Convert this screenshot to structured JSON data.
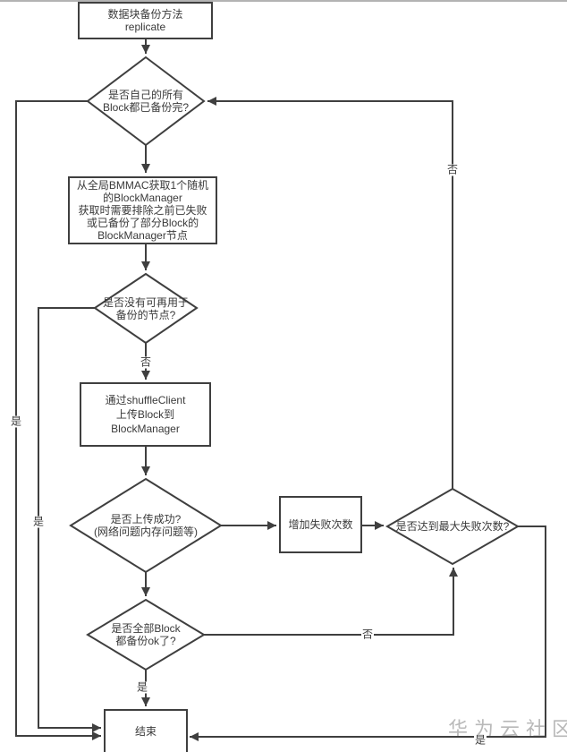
{
  "page": {
    "watermark": "华为云社区"
  },
  "colors": {
    "line": "#3f3f3f",
    "text": "#3a3a3a",
    "watermark": "#b9b9b9",
    "top_border": "#b3b3b3"
  },
  "nodes": {
    "title_box": {
      "lines": [
        "数据块备份方法",
        "replicate"
      ]
    },
    "check_all_backed_up": {
      "lines": [
        "是否自己的所有",
        "Block都已备份完?"
      ]
    },
    "get_block_manager": {
      "lines": [
        "从全局BMMAC获取1个随机",
        "的BlockManager",
        "获取时需要排除之前已失败",
        "或已备份了部分Block的",
        "BlockManager节点"
      ]
    },
    "check_no_reusable_nodes": {
      "lines": [
        "是否没有可再用于",
        "备份的节点?"
      ]
    },
    "upload_block": {
      "lines": [
        "通过shuffleClient",
        "上传Block到",
        "BlockManager"
      ]
    },
    "check_upload_success": {
      "lines": [
        "是否上传成功?",
        "(网络问题内存问题等)"
      ]
    },
    "increase_fail_count": {
      "lines": [
        "增加失败次数"
      ]
    },
    "check_max_failures": {
      "lines": [
        "是否达到最大失败次数?"
      ]
    },
    "check_all_blocks_ok": {
      "lines": [
        "是否全部Block",
        "都备份ok了?"
      ]
    },
    "end_box": {
      "lines": [
        "结束"
      ]
    }
  },
  "edge_labels": {
    "d1_yes": "是",
    "d2_no": "否",
    "d2_yes": "是",
    "d4_no": "否",
    "d4_yes": "是",
    "d5_no": "否",
    "d5_yes": "是"
  }
}
